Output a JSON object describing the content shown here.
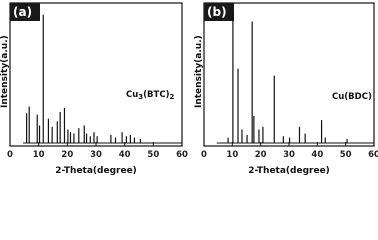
{
  "chart_data": [
    {
      "type": "line",
      "panel_label": "(a)",
      "annotation": "Cu3(BTC)2",
      "xlabel": "2-Theta(degree)",
      "ylabel": "Intensity(a.u.)",
      "xlim": [
        0,
        60
      ],
      "xticks": [
        "0",
        "10",
        "20",
        "30",
        "40",
        "50",
        "60"
      ],
      "ylim": [
        0,
        1
      ],
      "peaks": [
        {
          "x": 5.8,
          "y": 0.22
        },
        {
          "x": 6.7,
          "y": 0.27
        },
        {
          "x": 9.5,
          "y": 0.21
        },
        {
          "x": 10.3,
          "y": 0.13
        },
        {
          "x": 11.6,
          "y": 0.95
        },
        {
          "x": 13.4,
          "y": 0.18
        },
        {
          "x": 14.7,
          "y": 0.12
        },
        {
          "x": 16.5,
          "y": 0.16
        },
        {
          "x": 17.5,
          "y": 0.23
        },
        {
          "x": 19.0,
          "y": 0.26
        },
        {
          "x": 20.2,
          "y": 0.1
        },
        {
          "x": 21.1,
          "y": 0.08
        },
        {
          "x": 22.3,
          "y": 0.07
        },
        {
          "x": 24.0,
          "y": 0.11
        },
        {
          "x": 25.9,
          "y": 0.13
        },
        {
          "x": 26.7,
          "y": 0.07
        },
        {
          "x": 28.0,
          "y": 0.05
        },
        {
          "x": 29.3,
          "y": 0.08
        },
        {
          "x": 30.4,
          "y": 0.05
        },
        {
          "x": 35.2,
          "y": 0.06
        },
        {
          "x": 36.8,
          "y": 0.04
        },
        {
          "x": 39.1,
          "y": 0.08
        },
        {
          "x": 40.6,
          "y": 0.05
        },
        {
          "x": 42.0,
          "y": 0.06
        },
        {
          "x": 43.4,
          "y": 0.04
        },
        {
          "x": 45.5,
          "y": 0.03
        }
      ]
    },
    {
      "type": "line",
      "panel_label": "(b)",
      "annotation": "Cu(BDC)",
      "xlabel": "2-Theta(degree)",
      "ylabel": "Intensity(a.u.)",
      "xlim": [
        0,
        60
      ],
      "xticks": [
        "0",
        "10",
        "20",
        "30",
        "40",
        "50",
        "60"
      ],
      "ylim": [
        0,
        1
      ],
      "peaks": [
        {
          "x": 8.5,
          "y": 0.04
        },
        {
          "x": 10.2,
          "y": 0.97
        },
        {
          "x": 12.0,
          "y": 0.55
        },
        {
          "x": 13.4,
          "y": 0.1
        },
        {
          "x": 15.2,
          "y": 0.06
        },
        {
          "x": 17.0,
          "y": 0.9
        },
        {
          "x": 17.6,
          "y": 0.2
        },
        {
          "x": 19.4,
          "y": 0.1
        },
        {
          "x": 20.8,
          "y": 0.12
        },
        {
          "x": 24.8,
          "y": 0.5
        },
        {
          "x": 28.0,
          "y": 0.05
        },
        {
          "x": 30.2,
          "y": 0.04
        },
        {
          "x": 33.7,
          "y": 0.12
        },
        {
          "x": 35.7,
          "y": 0.07
        },
        {
          "x": 41.5,
          "y": 0.17
        },
        {
          "x": 42.8,
          "y": 0.04
        },
        {
          "x": 50.5,
          "y": 0.03
        }
      ]
    }
  ]
}
